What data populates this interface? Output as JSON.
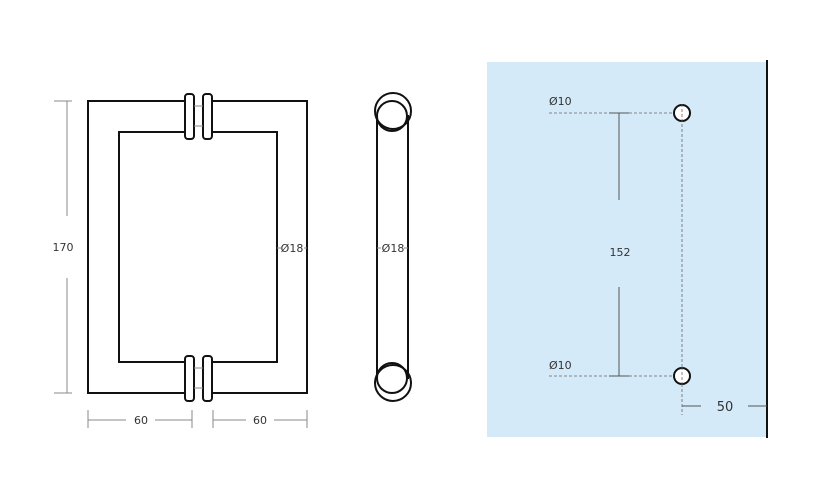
{
  "front_view": {
    "height_label": "170",
    "left_width_label": "60",
    "right_width_label": "60",
    "diameter_label": "Ø18"
  },
  "side_view": {
    "diameter_label": "Ø18"
  },
  "mounting_view": {
    "top_hole_label": "Ø10",
    "bottom_hole_label": "Ø10",
    "hole_spacing_label": "152",
    "edge_offset_label": "50",
    "glass_color": "#d5eaf8"
  }
}
